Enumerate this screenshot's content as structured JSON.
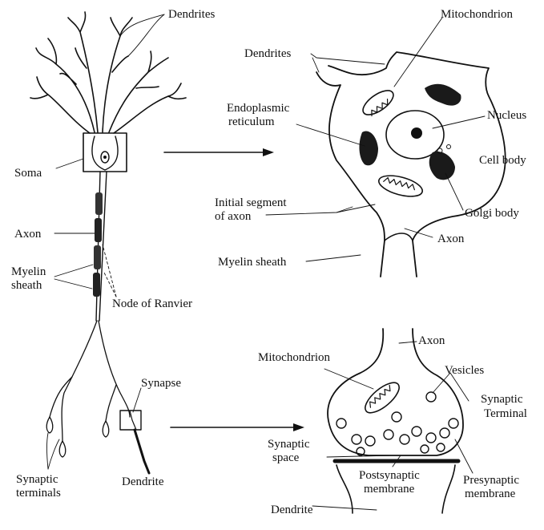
{
  "colors": {
    "ink": "#111111",
    "background": "#ffffff"
  },
  "neuron": {
    "dendrites": "Dendrites",
    "soma": "Soma",
    "axon": "Axon",
    "myelin_sheath_line1": "Myelin",
    "myelin_sheath_line2": "sheath",
    "node_of_ranvier": "Node of Ranvier",
    "synapse": "Synapse",
    "synaptic_terminals_line1": "Synaptic",
    "synaptic_terminals_line2": "terminals",
    "dendrite": "Dendrite"
  },
  "cell_body_detail": {
    "mitochondrion": "Mitochondrion",
    "dendrites": "Dendrites",
    "endoplasmic_line1": "Endoplasmic",
    "endoplasmic_line2": "reticulum",
    "nucleus": "Nucleus",
    "cell_body": "Cell body",
    "initial_segment_line1": "Initial segment",
    "initial_segment_line2": "of axon",
    "golgi_body": "Golgi body",
    "axon": "Axon",
    "myelin_sheath": "Myelin sheath"
  },
  "synapse_detail": {
    "axon": "Axon",
    "mitochondrion": "Mitochondrion",
    "vesicles": "Vesicles",
    "synaptic_terminal_line1": "Synaptic",
    "synaptic_terminal_line2": "Terminal",
    "synaptic_space_line1": "Synaptic",
    "synaptic_space_line2": "space",
    "postsynaptic_line1": "Postsynaptic",
    "postsynaptic_line2": "membrane",
    "presynaptic_line1": "Presynaptic",
    "presynaptic_line2": "membrane",
    "dendrite": "Dendrite"
  }
}
